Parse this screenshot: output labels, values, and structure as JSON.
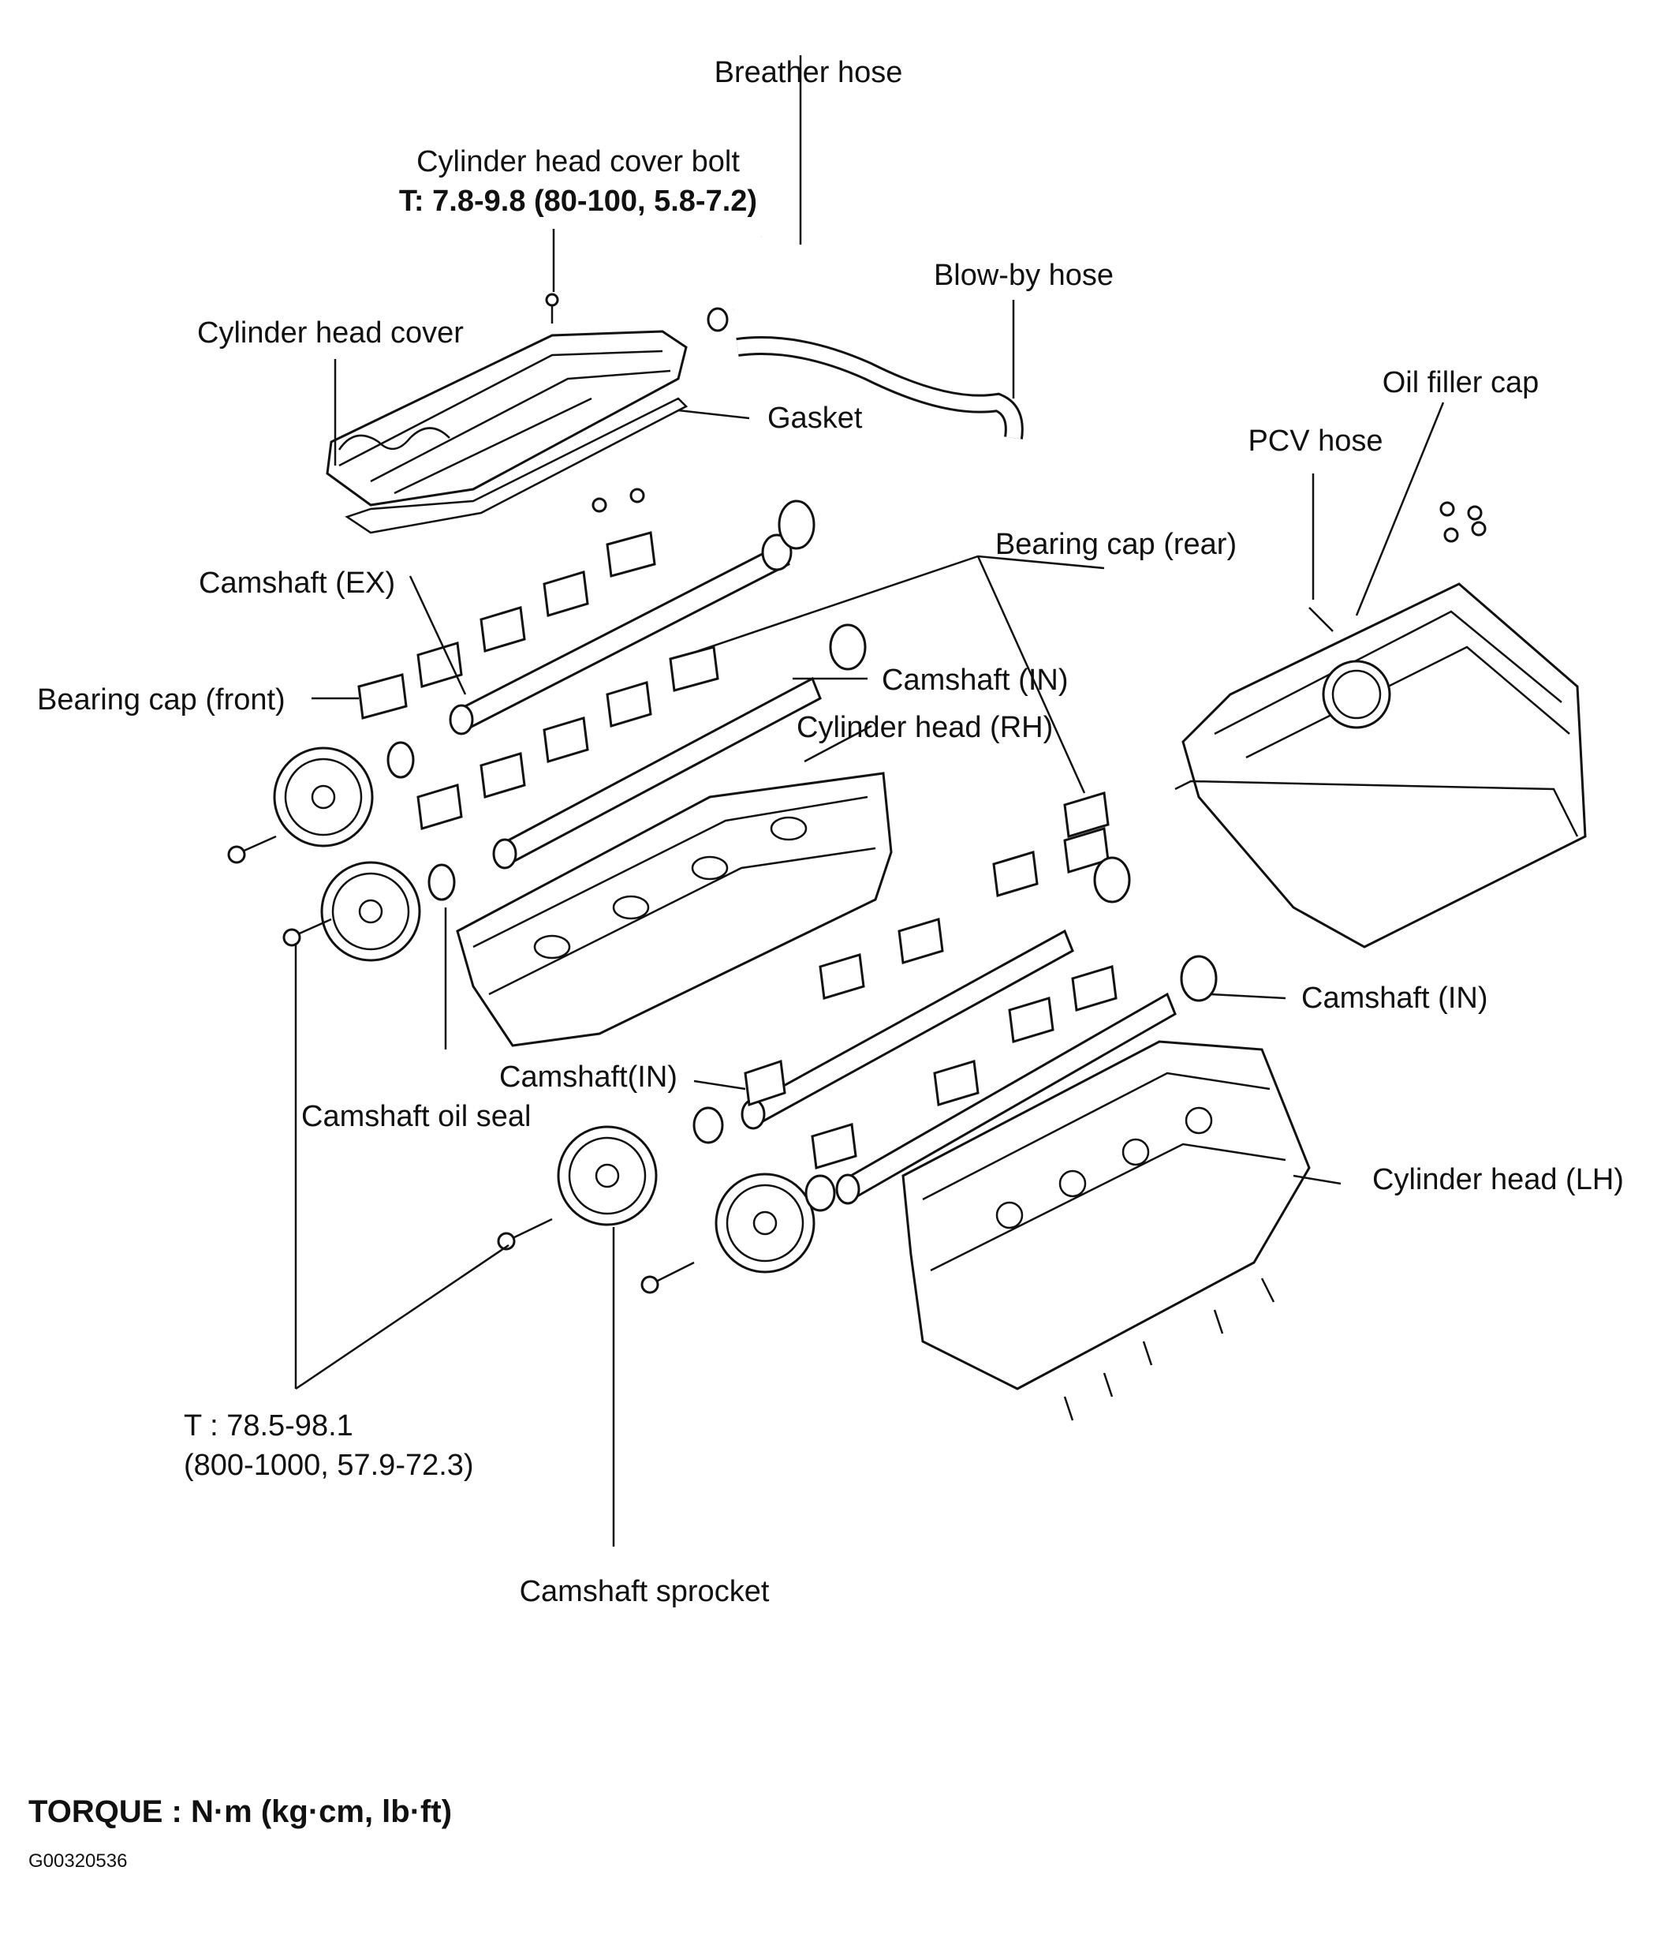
{
  "labels": {
    "breather_hose": "Breather hose",
    "cover_bolt": "Cylinder head cover bolt",
    "cover_bolt_torque": "T: 7.8-9.8 (80-100, 5.8-7.2)",
    "blow_by_hose": "Blow-by hose",
    "cylinder_head_cover": "Cylinder head cover",
    "gasket": "Gasket",
    "oil_filler_cap": "Oil filler cap",
    "pcv_hose": "PCV hose",
    "bearing_cap_rear": "Bearing cap (rear)",
    "camshaft_ex": "Camshaft (EX)",
    "camshaft_in_upper": "Camshaft (IN)",
    "bearing_cap_front": "Bearing cap (front)",
    "cylinder_head_rh": "Cylinder head (RH)",
    "camshaft_in_right": "Camshaft (IN)",
    "camshaft_in_lower": "Camshaft(IN)",
    "camshaft_oil_seal": "Camshaft oil seal",
    "cylinder_head_lh": "Cylinder head (LH)",
    "sprocket_torque_line1": "T : 78.5-98.1",
    "sprocket_torque_line2": "(800-1000, 57.9-72.3)",
    "camshaft_sprocket": "Camshaft sprocket"
  },
  "footer": {
    "torque_legend": "TORQUE : N·m (kg·cm, lb·ft)",
    "figure_code": "G00320536"
  }
}
